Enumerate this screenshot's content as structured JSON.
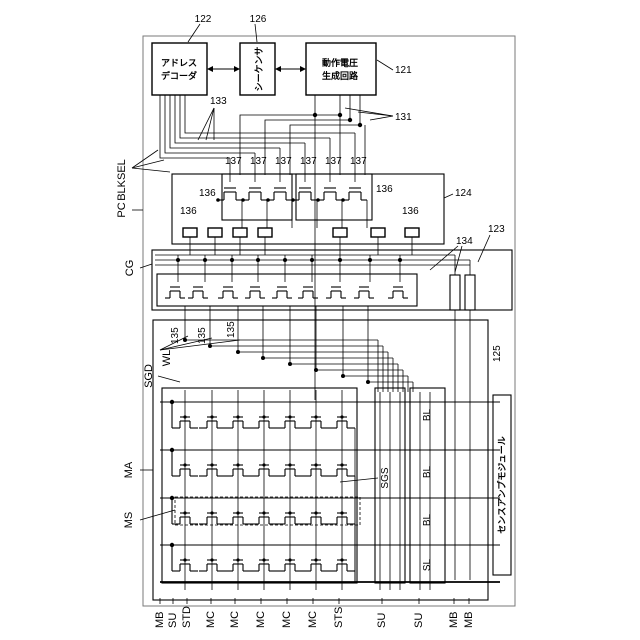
{
  "blocks": {
    "address_decoder": {
      "lines": [
        "アドレス",
        "デコーダ"
      ],
      "ref": "122"
    },
    "sequencer": {
      "label": "シーケンサ",
      "ref": "126"
    },
    "voltage_generator": {
      "lines": [
        "動作電圧",
        "生成回路"
      ],
      "ref": "121"
    },
    "sense_amp": {
      "label": "センスアンプモジュール",
      "ref": "125"
    }
  },
  "refs": {
    "r133": "133",
    "r131": "131",
    "r137": "137",
    "r136": "136",
    "r124": "124",
    "r134": "134",
    "r123": "123",
    "r135": "135"
  },
  "side_labels": {
    "blksel": "BLKSEL",
    "pc": "PC",
    "cg": "CG",
    "wl": "WL",
    "sgd": "SGD",
    "ma": "MA",
    "ms": "MS"
  },
  "inner_labels": {
    "sgs": "SGS",
    "bl": "BL",
    "sl": "SL"
  },
  "bottom_labels": [
    "MB",
    "SU",
    "STD",
    "MC",
    "MC",
    "MC",
    "MC",
    "MC",
    "STS",
    "SU",
    "SU",
    "MB",
    "MB"
  ]
}
